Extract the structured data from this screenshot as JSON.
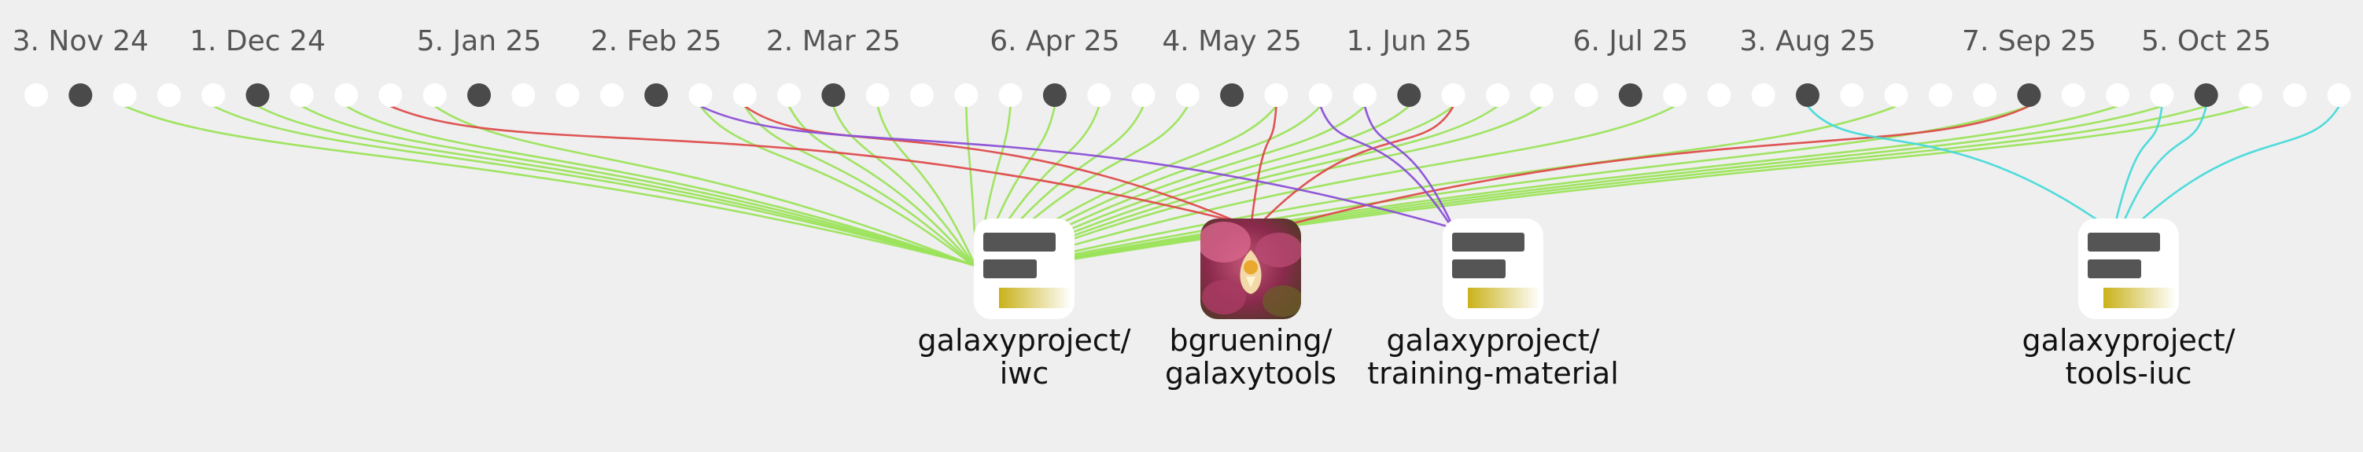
{
  "timeline": {
    "dot_count": 53,
    "date_labels": [
      {
        "text": "3. Nov 24",
        "dot": 1
      },
      {
        "text": "1. Dec 24",
        "dot": 5
      },
      {
        "text": "5. Jan 25",
        "dot": 10
      },
      {
        "text": "2. Feb 25",
        "dot": 14
      },
      {
        "text": "2. Mar 25",
        "dot": 18
      },
      {
        "text": "6. Apr 25",
        "dot": 23
      },
      {
        "text": "4. May 25",
        "dot": 27
      },
      {
        "text": "1. Jun 25",
        "dot": 31
      },
      {
        "text": "6. Jul 25",
        "dot": 36
      },
      {
        "text": "3. Aug 25",
        "dot": 40
      },
      {
        "text": "7. Sep 25",
        "dot": 45
      },
      {
        "text": "5. Oct 25",
        "dot": 49
      }
    ],
    "highlighted_dots": [
      1,
      5,
      10,
      14,
      18,
      23,
      27,
      31,
      36,
      40,
      45,
      49
    ]
  },
  "repos": [
    {
      "id": "iwc",
      "line1": "galaxyproject/",
      "line2": "iwc",
      "icon": "repo-bars-icon",
      "link_color": "#9be35a"
    },
    {
      "id": "galaxytools",
      "line1": "bgruening/",
      "line2": "galaxytools",
      "icon": "orchid-avatar-icon",
      "link_color": "#dd4b4b"
    },
    {
      "id": "training",
      "line1": "galaxyproject/",
      "line2": "training-material",
      "icon": "repo-bars-icon",
      "link_color": "#8a4fd6"
    },
    {
      "id": "toolsiuc",
      "line1": "galaxyproject/",
      "line2": "tools-iuc",
      "icon": "repo-bars-icon",
      "link_color": "#46d9d9"
    }
  ],
  "links": [
    {
      "repo": "iwc",
      "dots": [
        2,
        4,
        5,
        6,
        7,
        9,
        15,
        16,
        17,
        18,
        19,
        21,
        22,
        23,
        24,
        25,
        26,
        28,
        29,
        30,
        31,
        32,
        33,
        34,
        37,
        42,
        45,
        47,
        48,
        49,
        50
      ]
    },
    {
      "repo": "galaxytools",
      "dots": [
        8,
        16,
        28,
        32,
        45
      ]
    },
    {
      "repo": "training",
      "dots": [
        15,
        29,
        30
      ]
    },
    {
      "repo": "toolsiuc",
      "dots": [
        40,
        48,
        49,
        52
      ]
    }
  ]
}
